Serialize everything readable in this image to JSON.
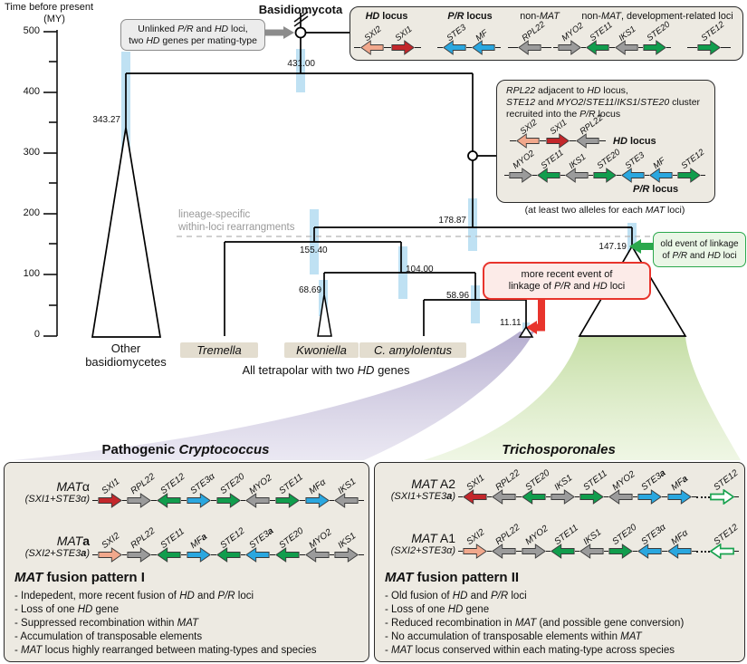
{
  "colors": {
    "red": "#c3272b",
    "salmon": "#f1a88c",
    "blue": "#2aa7df",
    "green": "#119d4d",
    "gray": "#9b9b9b",
    "hollow_stroke": "#18a24f",
    "arrow_outline": "#3a3a3a",
    "ci_bar": "#bfe1f3",
    "box_fill": "#edeae2",
    "taxon_fill": "#e3ddcf",
    "red_callout": "#e8342c",
    "green_callout": "#2ba84d",
    "gray_callout": "#8c8c8c",
    "purple_funnel": "#a79ec6",
    "green_funnel": "#b7d68f"
  },
  "tree": {
    "axis": {
      "title_line1": "Time before present",
      "title_line2": "(MY)",
      "ticks": [
        "500",
        "400",
        "300",
        "200",
        "100",
        "0"
      ]
    },
    "root_label": "Basidiomycota",
    "node_dates": {
      "n431": "431.00",
      "n343": "343.27",
      "n178": "178.87",
      "n155": "155.40",
      "n147": "147.19",
      "n104": "104.00",
      "n68": "68.69",
      "n58": "58.96",
      "n11": "11.11"
    },
    "taxa": {
      "other": [
        "Other",
        "basidiomycetes"
      ],
      "tremella": "Tremella",
      "kwoniella": "Kwoniella",
      "camylolentus": "C. amylolentus"
    },
    "tetrapolar_caption": "All tetrapolar with two *HD* genes",
    "gray_note": [
      "lineage-specific",
      "within-loci rearrangments"
    ]
  },
  "callouts": {
    "gray": [
      "Unlinked *P/R* and *HD* loci,",
      "two *HD* genes per mating-type"
    ],
    "red": [
      "more recent event of",
      "linkage of *P/R* and *HD* loci"
    ],
    "green": [
      "old event of linkage",
      "of *P/R* and *HD* loci"
    ]
  },
  "box1": {
    "headers": [
      {
        "text": "*HD* locus",
        "bold": true
      },
      {
        "text": "*P/R* locus",
        "bold": true
      },
      {
        "text": "non-*MAT*",
        "bold": false
      },
      {
        "text": "non-*MAT*, development-related loci",
        "bold": false
      }
    ],
    "rows": {
      "hd": [
        {
          "l": "SXI2",
          "c": "salmon",
          "d": "L"
        },
        {
          "l": "SXI1",
          "c": "red",
          "d": "R"
        }
      ],
      "pr": [
        {
          "l": "STE3",
          "c": "blue",
          "d": "L"
        },
        {
          "l": "MF",
          "c": "blue",
          "d": "L"
        }
      ],
      "nonmat": [
        {
          "l": "RPL22",
          "c": "gray",
          "d": "L"
        }
      ],
      "dev": [
        {
          "l": "MYO2",
          "c": "gray",
          "d": "R"
        },
        {
          "l": "STE11",
          "c": "green",
          "d": "L"
        },
        {
          "l": "IKS1",
          "c": "gray",
          "d": "L"
        },
        {
          "l": "STE20",
          "c": "green",
          "d": "R"
        }
      ],
      "ste12": [
        {
          "l": "STE12",
          "c": "green",
          "d": "R"
        }
      ]
    }
  },
  "box2": {
    "note": [
      "*RPL22* adjacent to *HD* locus,",
      "*STE12* and *MYO2*/*STE11*/*IKS1*/*STE20* cluster",
      "recruited into the *P/R* locus"
    ],
    "hd_label": "*HD* locus",
    "pr_label": "*P/R* locus",
    "rows": {
      "hd": [
        {
          "l": "SXI2",
          "c": "salmon",
          "d": "L"
        },
        {
          "l": "SXI1",
          "c": "red",
          "d": "R"
        },
        {
          "l": "RPL22",
          "c": "gray",
          "d": "L"
        }
      ],
      "pr": [
        {
          "l": "MYO2",
          "c": "gray",
          "d": "R"
        },
        {
          "l": "STE11",
          "c": "green",
          "d": "L"
        },
        {
          "l": "IKS1",
          "c": "gray",
          "d": "L"
        },
        {
          "l": "STE20",
          "c": "green",
          "d": "R"
        },
        {
          "l": "STE3",
          "c": "blue",
          "d": "L"
        },
        {
          "l": "MF",
          "c": "blue",
          "d": "L"
        },
        {
          "l": "STE12",
          "c": "green",
          "d": "R"
        }
      ]
    },
    "caption": "(at least two alleles for each *MAT* loci)"
  },
  "panels": {
    "left": {
      "title": "Pathogenic *Cryptococcus*",
      "rows": [
        {
          "name": "*MAT*α",
          "sub": "(*SXI1*+*STE3*α)",
          "genes": [
            {
              "l": "SXI1",
              "c": "red",
              "d": "R"
            },
            {
              "l": "RPL22",
              "c": "gray",
              "d": "R"
            },
            {
              "l": "STE12",
              "c": "green",
              "d": "L"
            },
            {
              "l": "STE3α",
              "c": "blue",
              "d": "R"
            },
            {
              "l": "STE20",
              "c": "green",
              "d": "R"
            },
            {
              "l": "MYO2",
              "c": "gray",
              "d": "L"
            },
            {
              "l": "STE11",
              "c": "green",
              "d": "R"
            },
            {
              "l": "MFα",
              "c": "blue",
              "d": "R"
            },
            {
              "l": "IKS1",
              "c": "gray",
              "d": "L"
            }
          ]
        },
        {
          "name": "*MAT*__a__",
          "sub": "(*SXI2*+*STE3*__a__)",
          "genes": [
            {
              "l": "SXI2",
              "c": "salmon",
              "d": "R"
            },
            {
              "l": "RPL22",
              "c": "gray",
              "d": "R"
            },
            {
              "l": "STE11",
              "c": "green",
              "d": "L"
            },
            {
              "l": "MF__a__",
              "c": "blue",
              "d": "R"
            },
            {
              "l": "STE12",
              "c": "green",
              "d": "L"
            },
            {
              "l": "STE3__a__",
              "c": "blue",
              "d": "L"
            },
            {
              "l": "STE20",
              "c": "green",
              "d": "L"
            },
            {
              "l": "MYO2",
              "c": "gray",
              "d": "L"
            },
            {
              "l": "IKS1",
              "c": "gray",
              "d": "R"
            }
          ]
        }
      ],
      "heading": "*MAT* fusion pattern I",
      "bullets": [
        "- Indepedent, more recent fusion of *HD* and *P/R* loci",
        "- Loss of one *HD* gene",
        "- Suppressed recombination within *MAT*",
        "- Accumulation of transposable elements",
        "- *MAT* locus highly rearranged between mating-types and species"
      ]
    },
    "right": {
      "title": "*Trichosporonales*",
      "rows": [
        {
          "name": "*MAT* A2",
          "sub": "(*SXI1*+*STE3*__a__)",
          "genes": [
            {
              "l": "SXI1",
              "c": "red",
              "d": "L"
            },
            {
              "l": "RPL22",
              "c": "gray",
              "d": "L"
            },
            {
              "l": "STE20",
              "c": "green",
              "d": "L"
            },
            {
              "l": "IKS1",
              "c": "gray",
              "d": "R"
            },
            {
              "l": "STE11",
              "c": "green",
              "d": "R"
            },
            {
              "l": "MYO2",
              "c": "gray",
              "d": "L"
            },
            {
              "l": "STE3__a__",
              "c": "blue",
              "d": "R"
            },
            {
              "l": "MF__a__",
              "c": "blue",
              "d": "R"
            },
            {
              "gap": true
            },
            {
              "l": "STE12",
              "c": "hollow",
              "d": "R"
            }
          ]
        },
        {
          "name": "*MAT* A1",
          "sub": "(*SXI2*+*STE3*α)",
          "genes": [
            {
              "l": "SXI2",
              "c": "salmon",
              "d": "R"
            },
            {
              "l": "RPL22",
              "c": "gray",
              "d": "L"
            },
            {
              "l": "MYO2",
              "c": "gray",
              "d": "R"
            },
            {
              "l": "STE11",
              "c": "green",
              "d": "L"
            },
            {
              "l": "IKS1",
              "c": "gray",
              "d": "L"
            },
            {
              "l": "STE20",
              "c": "green",
              "d": "R"
            },
            {
              "l": "STE3α",
              "c": "blue",
              "d": "L"
            },
            {
              "l": "MFα",
              "c": "blue",
              "d": "L"
            },
            {
              "gap": true
            },
            {
              "l": "STE12",
              "c": "hollow",
              "d": "L"
            }
          ]
        }
      ],
      "heading": "*MAT* fusion pattern II",
      "bullets": [
        "- Old fusion of *HD* and *P/R* loci",
        "- Loss of one *HD* gene",
        "- Reduced recombination in *MAT* (and possible gene conversion)",
        "- No accumulation of transposable elements within *MAT*",
        "- *MAT* locus conserved within each mating-type across species"
      ]
    }
  }
}
